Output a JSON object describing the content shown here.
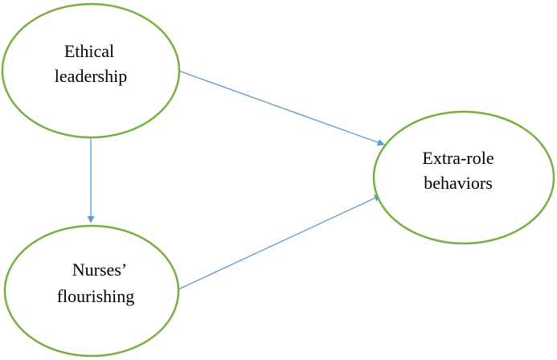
{
  "diagram": {
    "nodes": {
      "ethical_leadership": {
        "line1": "Ethical",
        "line2": "leadership"
      },
      "extra_role": {
        "line1": "Extra-role",
        "line2": "behaviors"
      },
      "nurses_flourishing": {
        "line1": "Nurses’",
        "line2": "flourishing"
      }
    },
    "edges": [
      {
        "from": "ethical_leadership",
        "to": "extra_role"
      },
      {
        "from": "ethical_leadership",
        "to": "nurses_flourishing"
      },
      {
        "from": "nurses_flourishing",
        "to": "extra_role"
      }
    ],
    "colors": {
      "node_stroke": "#77b041",
      "edge": "#5b9bd5",
      "text": "#000000"
    }
  }
}
